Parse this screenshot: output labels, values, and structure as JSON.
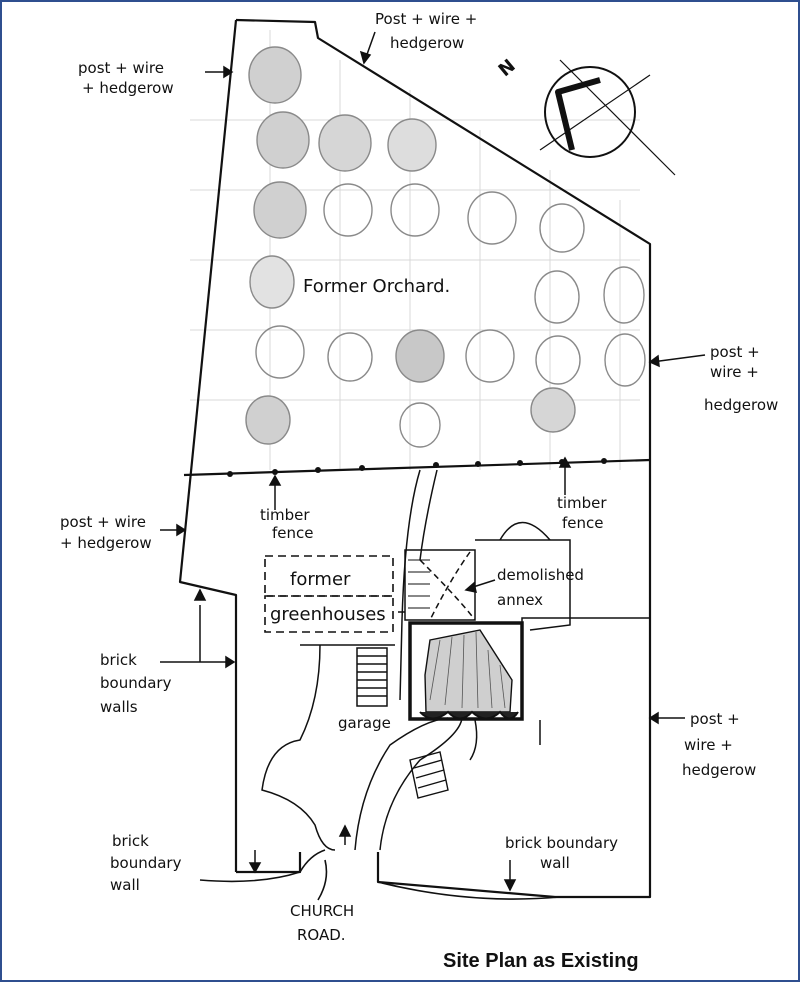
{
  "title": "Site Plan as Existing",
  "labels": {
    "post_wire_top_left_1": "post + wire",
    "post_wire_top_left_2": "+ hedgerow",
    "post_wire_top_1": "Post + wire +",
    "post_wire_top_2": "hedgerow",
    "north": "N",
    "orchard": "Former Orchard.",
    "post_wire_right_1": "post +",
    "post_wire_right_2": "wire +",
    "post_wire_right_3": "hedgerow",
    "timber_fence_left_1": "timber",
    "timber_fence_left_2": "fence",
    "timber_fence_right_1": "timber",
    "timber_fence_right_2": "fence",
    "post_wire_mid_left_1": "post + wire",
    "post_wire_mid_left_2": "+ hedgerow",
    "greenhouses_1": "former",
    "greenhouses_2": "greenhouses",
    "annex_1": "demolished",
    "annex_2": "annex",
    "brick_walls_1": "brick",
    "brick_walls_2": "boundary",
    "brick_walls_3": "walls",
    "garage": "garage",
    "post_wire_lower_right_1": "post +",
    "post_wire_lower_right_2": "wire +",
    "post_wire_lower_right_3": "hedgerow",
    "brick_wall_bl_1": "brick",
    "brick_wall_bl_2": "boundary",
    "brick_wall_bl_3": "wall",
    "brick_wall_br_1": "brick boundary",
    "brick_wall_br_2": "wall",
    "church_1": "CHURCH",
    "church_2": "ROAD."
  },
  "colors": {
    "ink": "#111111",
    "pencil": "#9a9a9a",
    "frame": "#2f4f8f"
  }
}
